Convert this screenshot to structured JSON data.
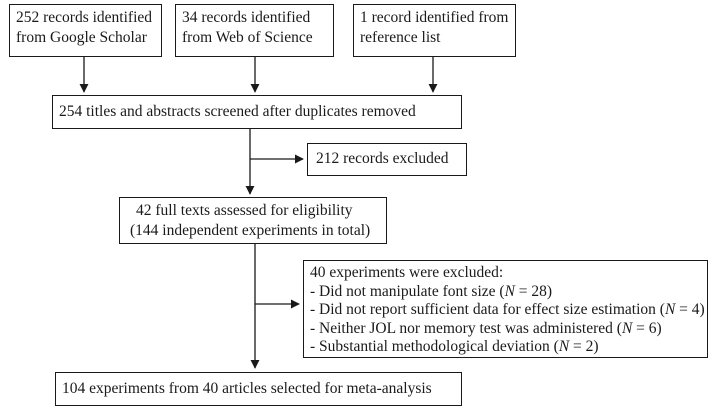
{
  "boxes": {
    "google_scholar": [
      "252 records identified",
      "from Google Scholar"
    ],
    "web_of_science": [
      "34 records identified",
      "from Web of Science"
    ],
    "reference_list": [
      "1 record identified from",
      "reference list"
    ],
    "screened": [
      "254 titles and abstracts screened after duplicates removed"
    ],
    "excluded_records": [
      "212 records excluded"
    ],
    "full_texts": [
      "42 full texts assessed for eligibility",
      "(144 independent experiments in total)"
    ],
    "excluded_experiments": {
      "heading": "40 experiments were excluded:",
      "items": [
        {
          "text": "- Did not manipulate font size (",
          "n_label": "N",
          "n_rest": " = 28)"
        },
        {
          "text": "- Did not report sufficient data for effect size estimation (",
          "n_label": "N",
          "n_rest": " = 4)"
        },
        {
          "text": "- Neither JOL nor memory test was administered (",
          "n_label": "N",
          "n_rest": " = 6)"
        },
        {
          "text": "- Substantial methodological deviation (",
          "n_label": "N",
          "n_rest": " = 2)"
        }
      ]
    },
    "selected": [
      "104 experiments from 40 articles selected for meta-analysis"
    ]
  }
}
